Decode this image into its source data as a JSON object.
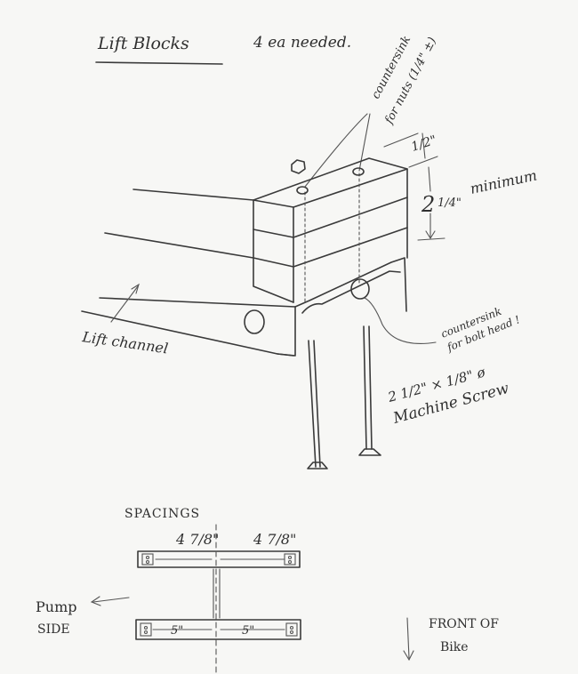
{
  "title": "Lift Blocks",
  "quantity_note": "4 ea needed.",
  "countersink_nuts_line1": "countersink",
  "countersink_nuts_line2": "for nuts (1/4\" ±)",
  "dim_top": "1/2\"",
  "dim_height_whole": "2",
  "dim_height_frac": "1/4\"",
  "dim_height_word": "minimum",
  "lift_channel": "Lift channel",
  "countersink_bolt_line1": "countersink",
  "countersink_bolt_line2": "for bolt head !",
  "screw_size": "2 1/2\" × 1/8\" ø",
  "screw_name": "Machine Screw",
  "spacings_label": "SPACINGS",
  "spacing_left_top": "4 7/8\"",
  "spacing_right_top": "4 7/8\"",
  "spacing_left_bottom": "5\"",
  "spacing_right_bottom": "5\"",
  "pump_line1": "Pump",
  "pump_line2": "SIDE",
  "front_line1": "FRONT OF",
  "front_line2": "Bike",
  "colors": {
    "paper": "#f7f7f5",
    "ink": "#3a3a3a"
  }
}
